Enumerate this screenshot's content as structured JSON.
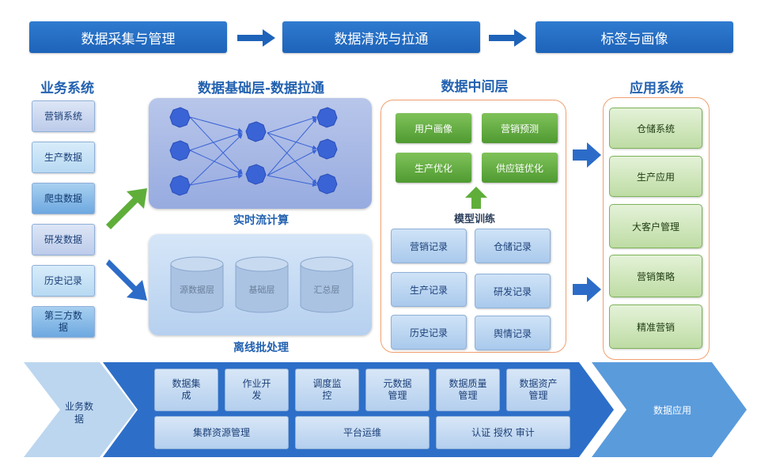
{
  "stages": [
    "数据采集与管理",
    "数据清洗与拉通",
    "标签与画像"
  ],
  "columns": {
    "business": "业务系统",
    "base_layer": "数据基础层-数据拉通",
    "middle_layer": "数据中间层",
    "app_system": "应用系统"
  },
  "business_items": [
    "营销系统",
    "生产数据",
    "爬虫数据",
    "研发数据",
    "历史记录",
    "第三方数据"
  ],
  "realtime": {
    "caption": "实时流计算"
  },
  "offline": {
    "caption": "离线批处理",
    "layers": [
      "源数据层",
      "基础层",
      "汇总层"
    ]
  },
  "middle": {
    "models": [
      "用户画像",
      "营销预测",
      "生产优化",
      "供应链优化"
    ],
    "training_caption": "模型训练",
    "records": [
      "营销记录",
      "仓储记录",
      "生产记录",
      "研发记录",
      "历史记录",
      "舆情记录"
    ]
  },
  "apps": [
    "仓储系统",
    "生产应用",
    "大客户管理",
    "营销策略",
    "精准营销"
  ],
  "platform": {
    "left": "业务数据",
    "right": "数据应用",
    "top_row": [
      "数据集成",
      "作业开发",
      "调度监控",
      "元数据管理",
      "数据质量管理",
      "数据资产管理"
    ],
    "bottom_row": [
      "集群资源管理",
      "平台运维",
      "认证 授权 审计"
    ]
  },
  "colors": {
    "stage_blue": "#1d63b9",
    "title_blue": "#2261b0",
    "green": "#4f9a31",
    "orange_border": "#f0a070",
    "node_blue": "#3a63d6"
  }
}
